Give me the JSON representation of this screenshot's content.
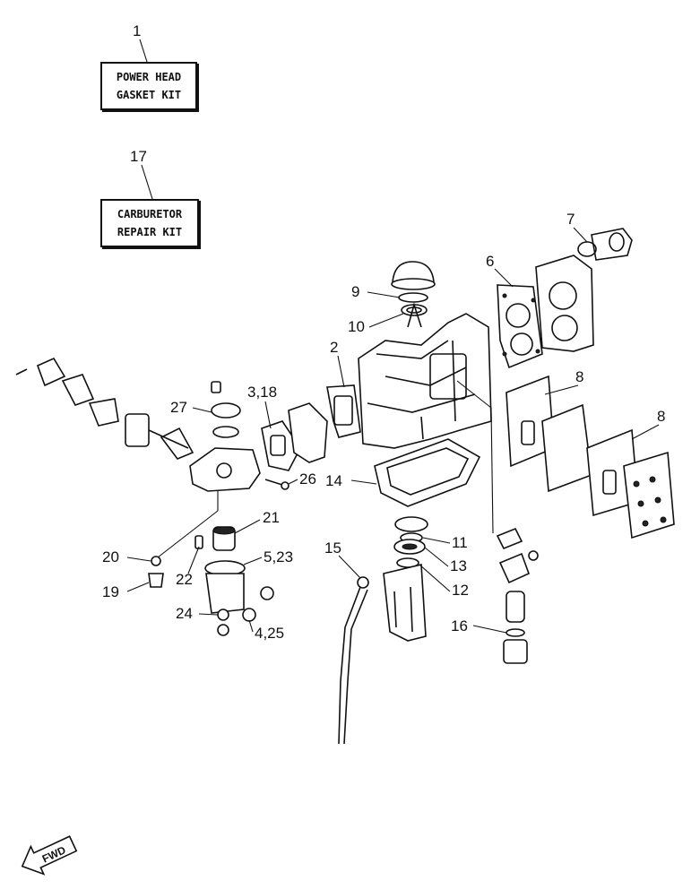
{
  "title": "",
  "kits": [
    {
      "number": "1",
      "lines": [
        "POWER HEAD",
        "GASKET KIT"
      ]
    },
    {
      "number": "17",
      "lines": [
        "CARBURETOR",
        "REPAIR KIT"
      ]
    }
  ],
  "callouts": [
    {
      "key": "c9",
      "text": "9"
    },
    {
      "key": "c10",
      "text": "10"
    },
    {
      "key": "c6",
      "text": "6"
    },
    {
      "key": "c7",
      "text": "7"
    },
    {
      "key": "c2",
      "text": "2"
    },
    {
      "key": "c318",
      "text": "3,18"
    },
    {
      "key": "c27",
      "text": "27"
    },
    {
      "key": "c8a",
      "text": "8"
    },
    {
      "key": "c8b",
      "text": "8"
    },
    {
      "key": "c26",
      "text": "26"
    },
    {
      "key": "c14",
      "text": "14"
    },
    {
      "key": "c21",
      "text": "21"
    },
    {
      "key": "c11",
      "text": "11"
    },
    {
      "key": "c15",
      "text": "15"
    },
    {
      "key": "c13",
      "text": "13"
    },
    {
      "key": "c20",
      "text": "20"
    },
    {
      "key": "c523",
      "text": "5,23"
    },
    {
      "key": "c12",
      "text": "12"
    },
    {
      "key": "c22",
      "text": "22"
    },
    {
      "key": "c19",
      "text": "19"
    },
    {
      "key": "c24",
      "text": "24"
    },
    {
      "key": "c425",
      "text": "4,25"
    },
    {
      "key": "c16",
      "text": "16"
    }
  ],
  "fwd_label": "FWD",
  "colors": {
    "line": "#111111",
    "paper": "#ffffff"
  }
}
